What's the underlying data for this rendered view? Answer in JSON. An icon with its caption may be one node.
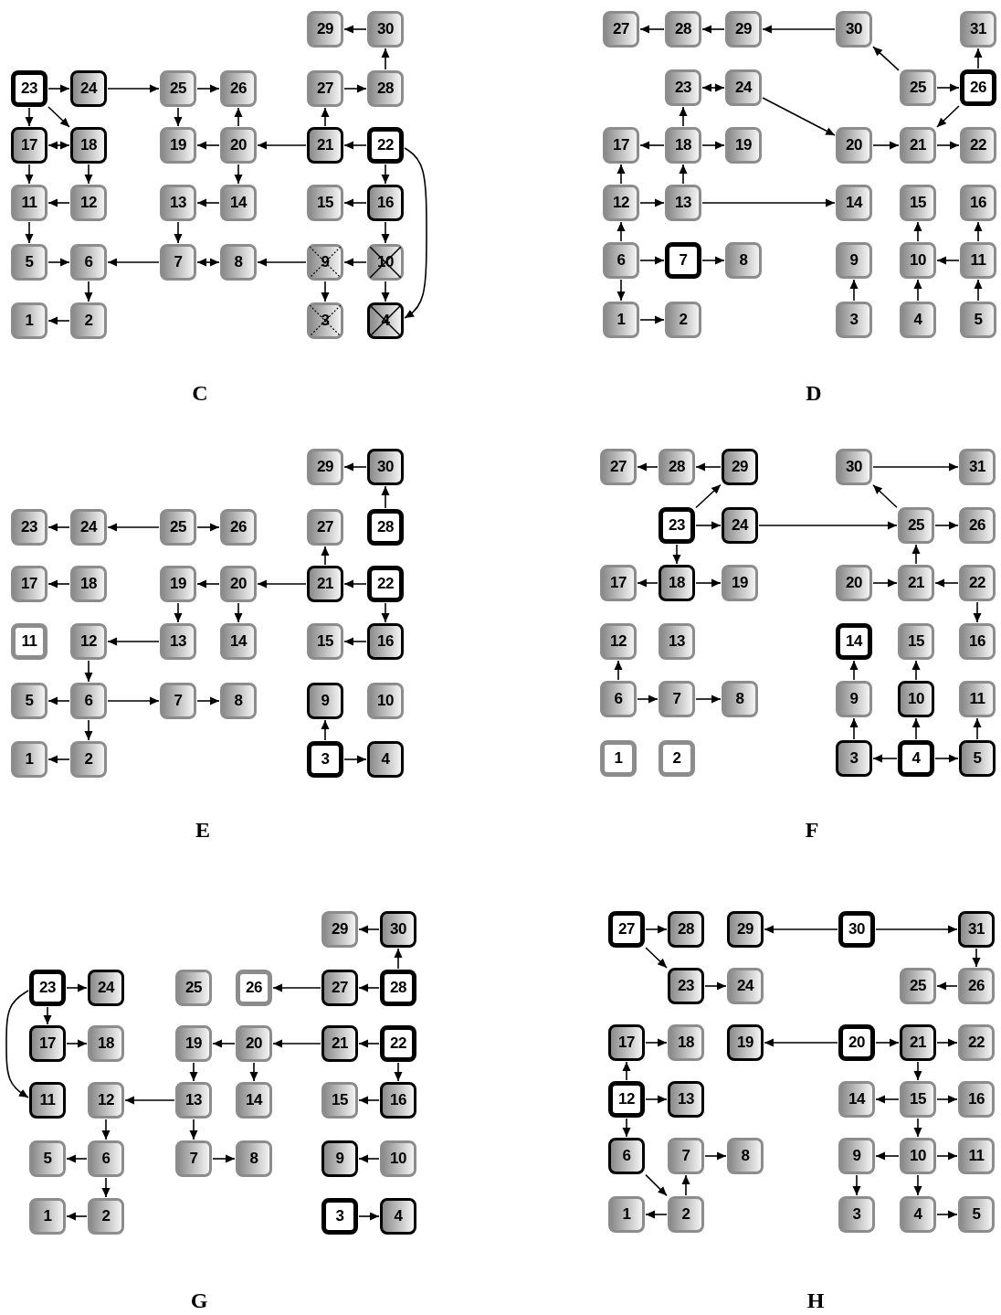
{
  "diagram": {
    "nodes": [
      {
        "text": [
          "1"
        ]
      },
      {
        "text": [
          "2"
        ]
      },
      {
        "text": [
          "3"
        ]
      },
      {
        "text": [
          "4"
        ]
      },
      {
        "text": [
          "5"
        ]
      },
      {
        "text": [
          "6"
        ]
      },
      {
        "text": [
          "7"
        ]
      },
      {
        "text": [
          "8"
        ]
      },
      {
        "text": [
          "9"
        ]
      },
      {
        "text": [
          "10"
        ]
      },
      {
        "text": [
          "11"
        ]
      },
      {
        "text": [
          "12"
        ]
      },
      {
        "text": [
          "13"
        ]
      },
      {
        "text": [
          "14"
        ]
      },
      {
        "text": [
          "15"
        ]
      },
      {
        "text": [
          "16"
        ]
      },
      {
        "text": [
          "17"
        ]
      },
      {
        "text": [
          "18"
        ]
      },
      {
        "text": [
          "19"
        ]
      },
      {
        "text": [
          "20"
        ]
      },
      {
        "text": [
          "21"
        ]
      },
      {
        "text": [
          "22"
        ]
      },
      {
        "text": [
          "23"
        ]
      },
      {
        "text": [
          "24"
        ]
      },
      {
        "text": [
          "25"
        ]
      },
      {
        "text": [
          "26"
        ]
      },
      {
        "text": [
          "27"
        ]
      },
      {
        "text": [
          "28"
        ]
      },
      {
        "text": [
          "29"
        ]
      },
      {
        "text": [
          "30"
        ]
      },
      {
        "text": [
          "1"
        ]
      },
      {
        "text": [
          "2"
        ]
      },
      {
        "text": [
          "3"
        ]
      },
      {
        "text": [
          "4"
        ]
      },
      {
        "text": [
          "5"
        ]
      },
      {
        "text": [
          "6"
        ]
      },
      {
        "text": [
          "7"
        ]
      },
      {
        "text": [
          "8"
        ]
      },
      {
        "text": [
          "9"
        ]
      },
      {
        "text": [
          "10"
        ]
      },
      {
        "text": [
          "11"
        ]
      },
      {
        "text": [
          "12"
        ]
      },
      {
        "text": [
          "13"
        ]
      },
      {
        "text": [
          "14"
        ]
      },
      {
        "text": [
          "15"
        ]
      },
      {
        "text": [
          "16"
        ]
      },
      {
        "text": [
          "17"
        ]
      },
      {
        "text": [
          "18"
        ]
      },
      {
        "text": [
          "19"
        ]
      },
      {
        "text": [
          "20"
        ]
      },
      {
        "text": [
          "21"
        ]
      },
      {
        "text": [
          "22"
        ]
      },
      {
        "text": [
          "23"
        ]
      },
      {
        "text": [
          "24"
        ]
      },
      {
        "text": [
          "25"
        ]
      },
      {
        "text": [
          "26"
        ]
      },
      {
        "text": [
          "27"
        ]
      },
      {
        "text": [
          "28"
        ]
      },
      {
        "text": [
          "29"
        ]
      },
      {
        "text": [
          "30"
        ]
      },
      {
        "text": [
          "31"
        ]
      },
      {
        "text": [
          "1"
        ]
      },
      {
        "text": [
          "2"
        ]
      },
      {
        "text": [
          "3"
        ]
      },
      {
        "text": [
          "4"
        ]
      },
      {
        "text": [
          "5"
        ]
      },
      {
        "text": [
          "6"
        ]
      },
      {
        "text": [
          "7"
        ]
      },
      {
        "text": [
          "8"
        ]
      },
      {
        "text": [
          "9"
        ]
      },
      {
        "text": [
          "10"
        ]
      },
      {
        "text": [
          "11"
        ]
      },
      {
        "text": [
          "12"
        ]
      },
      {
        "text": [
          "13"
        ]
      },
      {
        "text": [
          "14"
        ]
      },
      {
        "text": [
          "15"
        ]
      },
      {
        "text": [
          "16"
        ]
      },
      {
        "text": [
          "17"
        ]
      },
      {
        "text": [
          "18"
        ]
      },
      {
        "text": [
          "19"
        ]
      },
      {
        "text": [
          "20"
        ]
      },
      {
        "text": [
          "21"
        ]
      },
      {
        "text": [
          "22"
        ]
      },
      {
        "text": [
          "23"
        ]
      },
      {
        "text": [
          "24"
        ]
      },
      {
        "text": [
          "25"
        ]
      },
      {
        "text": [
          "26"
        ]
      },
      {
        "text": [
          "27"
        ]
      },
      {
        "text": [
          "28"
        ]
      },
      {
        "text": [
          "29"
        ]
      },
      {
        "text": [
          "30"
        ]
      },
      {
        "text": [
          "1"
        ]
      },
      {
        "text": [
          "2"
        ]
      },
      {
        "text": [
          "3"
        ]
      },
      {
        "text": [
          "4"
        ]
      },
      {
        "text": [
          "5"
        ]
      },
      {
        "text": [
          "6"
        ]
      },
      {
        "text": [
          "7"
        ]
      },
      {
        "text": [
          "8"
        ]
      },
      {
        "text": [
          "9"
        ]
      },
      {
        "text": [
          "10"
        ]
      },
      {
        "text": [
          "11"
        ]
      },
      {
        "text": [
          "12"
        ]
      },
      {
        "text": [
          "13"
        ]
      },
      {
        "text": [
          "14"
        ]
      },
      {
        "text": [
          "15"
        ]
      },
      {
        "text": [
          "16"
        ]
      },
      {
        "text": [
          "17"
        ]
      },
      {
        "text": [
          "18"
        ]
      },
      {
        "text": [
          "19"
        ]
      },
      {
        "text": [
          "20"
        ]
      },
      {
        "text": [
          "21"
        ]
      },
      {
        "text": [
          "22"
        ]
      },
      {
        "text": [
          "23"
        ]
      },
      {
        "text": [
          "24"
        ]
      },
      {
        "text": [
          "25"
        ]
      },
      {
        "text": [
          "26"
        ]
      },
      {
        "text": [
          "27"
        ]
      },
      {
        "text": [
          "28"
        ]
      },
      {
        "text": [
          "29"
        ]
      },
      {
        "text": [
          "30"
        ]
      },
      {
        "text": [
          "31"
        ]
      },
      {
        "text": [
          "1"
        ]
      },
      {
        "text": [
          "2"
        ]
      },
      {
        "text": [
          "3"
        ]
      },
      {
        "text": [
          "4"
        ]
      },
      {
        "text": [
          "5"
        ]
      },
      {
        "text": [
          "6"
        ]
      },
      {
        "text": [
          "7"
        ]
      },
      {
        "text": [
          "8"
        ]
      },
      {
        "text": [
          "9"
        ]
      },
      {
        "text": [
          "10"
        ]
      },
      {
        "text": [
          "11"
        ]
      },
      {
        "text": [
          "12"
        ]
      },
      {
        "text": [
          "13"
        ]
      },
      {
        "text": [
          "14"
        ]
      },
      {
        "text": [
          "15"
        ]
      },
      {
        "text": [
          "16"
        ]
      },
      {
        "text": [
          "17"
        ]
      },
      {
        "text": [
          "18"
        ]
      },
      {
        "text": [
          "19"
        ]
      },
      {
        "text": [
          "20"
        ]
      },
      {
        "text": [
          "21"
        ]
      },
      {
        "text": [
          "22"
        ]
      },
      {
        "text": [
          "23"
        ]
      },
      {
        "text": [
          "24"
        ]
      },
      {
        "text": [
          "25"
        ]
      },
      {
        "text": [
          "26"
        ]
      },
      {
        "text": [
          "27"
        ]
      },
      {
        "text": [
          "28"
        ]
      },
      {
        "text": [
          "29"
        ]
      },
      {
        "text": [
          "30"
        ]
      },
      {
        "text": [
          "1"
        ]
      },
      {
        "text": [
          "2"
        ]
      },
      {
        "text": [
          "3"
        ]
      },
      {
        "text": [
          "4"
        ]
      },
      {
        "text": [
          "5"
        ]
      },
      {
        "text": [
          "6"
        ]
      },
      {
        "text": [
          "7"
        ]
      },
      {
        "text": [
          "8"
        ]
      },
      {
        "text": [
          "9"
        ]
      },
      {
        "text": [
          "10"
        ]
      },
      {
        "text": [
          "11"
        ]
      },
      {
        "text": [
          "12"
        ]
      },
      {
        "text": [
          "13"
        ]
      },
      {
        "text": [
          "14"
        ]
      },
      {
        "text": [
          "15"
        ]
      },
      {
        "text": [
          "16"
        ]
      },
      {
        "text": [
          "17"
        ]
      },
      {
        "text": [
          "18"
        ]
      },
      {
        "text": [
          "19"
        ]
      },
      {
        "text": [
          "20"
        ]
      },
      {
        "text": [
          "21"
        ]
      },
      {
        "text": [
          "22"
        ]
      },
      {
        "text": [
          "23"
        ]
      },
      {
        "text": [
          "24"
        ]
      },
      {
        "text": [
          "25"
        ]
      },
      {
        "text": [
          "26"
        ]
      },
      {
        "text": [
          "27"
        ]
      },
      {
        "text": [
          "28"
        ]
      },
      {
        "text": [
          "29"
        ]
      },
      {
        "text": [
          "30"
        ]
      },
      {
        "text": [
          "31"
        ]
      }
    ],
    "edges": [
      {
        "from": 29,
        "to": 28,
        "arrow": "to"
      },
      {
        "from": 27,
        "to": 29,
        "arrow": "to"
      },
      {
        "from": 26,
        "to": 27,
        "arrow": "to"
      },
      {
        "from": 22,
        "to": 23,
        "arrow": "to"
      },
      {
        "from": 23,
        "to": 24,
        "arrow": "to"
      },
      {
        "from": 24,
        "to": 25,
        "arrow": "to"
      },
      {
        "from": 22,
        "to": 16,
        "arrow": "to"
      },
      {
        "from": 22,
        "to": 17,
        "arrow": "to"
      },
      {
        "from": 16,
        "to": 17,
        "arrow": "both"
      },
      {
        "from": 24,
        "to": 18,
        "arrow": "to"
      },
      {
        "from": 19,
        "to": 25,
        "arrow": "to"
      },
      {
        "from": 19,
        "to": 18,
        "arrow": "to"
      },
      {
        "from": 20,
        "to": 19,
        "arrow": "to"
      },
      {
        "from": 20,
        "to": 26,
        "arrow": "to"
      },
      {
        "from": 21,
        "to": 20,
        "arrow": "to"
      },
      {
        "from": 21,
        "to": 15,
        "arrow": "to"
      },
      {
        "from": 21,
        "to": 3,
        "arrow": "to"
      },
      {
        "from": 16,
        "to": 10,
        "arrow": "to"
      },
      {
        "from": 17,
        "to": 11,
        "arrow": "to"
      },
      {
        "from": 11,
        "to": 10,
        "arrow": "to"
      },
      {
        "from": 19,
        "to": 13,
        "arrow": "to"
      },
      {
        "from": 13,
        "to": 12,
        "arrow": "to"
      },
      {
        "from": 15,
        "to": 14,
        "arrow": "to"
      },
      {
        "from": 15,
        "to": 9,
        "arrow": "to"
      },
      {
        "from": 10,
        "to": 4,
        "arrow": "to"
      },
      {
        "from": 12,
        "to": 6,
        "arrow": "to"
      },
      {
        "from": 4,
        "to": 5,
        "arrow": "to"
      },
      {
        "from": 6,
        "to": 5,
        "arrow": "to"
      },
      {
        "from": 6,
        "to": 7,
        "arrow": "both"
      },
      {
        "from": 8,
        "to": 7,
        "arrow": "to"
      },
      {
        "from": 9,
        "to": 8,
        "arrow": "to"
      },
      {
        "from": 9,
        "to": 3,
        "arrow": "to"
      },
      {
        "from": 8,
        "to": 2,
        "arrow": "to"
      },
      {
        "from": 5,
        "to": 1,
        "arrow": "to"
      },
      {
        "from": 1,
        "to": 0,
        "arrow": "to"
      },
      {
        "from": 57,
        "to": 56,
        "arrow": "to"
      },
      {
        "from": 58,
        "to": 57,
        "arrow": "to"
      },
      {
        "from": 59,
        "to": 58,
        "arrow": "to"
      },
      {
        "from": 54,
        "to": 59,
        "arrow": "to"
      },
      {
        "from": 55,
        "to": 60,
        "arrow": "to"
      },
      {
        "from": 54,
        "to": 55,
        "arrow": "to"
      },
      {
        "from": 52,
        "to": 53,
        "arrow": "both"
      },
      {
        "from": 53,
        "to": 49,
        "arrow": "to"
      },
      {
        "from": 55,
        "to": 50,
        "arrow": "to"
      },
      {
        "from": 47,
        "to": 52,
        "arrow": "to"
      },
      {
        "from": 47,
        "to": 46,
        "arrow": "to"
      },
      {
        "from": 47,
        "to": 48,
        "arrow": "to"
      },
      {
        "from": 49,
        "to": 50,
        "arrow": "to"
      },
      {
        "from": 50,
        "to": 51,
        "arrow": "to"
      },
      {
        "from": 41,
        "to": 46,
        "arrow": "to"
      },
      {
        "from": 42,
        "to": 47,
        "arrow": "to"
      },
      {
        "from": 41,
        "to": 42,
        "arrow": "to"
      },
      {
        "from": 42,
        "to": 43,
        "arrow": "to"
      },
      {
        "from": 35,
        "to": 41,
        "arrow": "to"
      },
      {
        "from": 35,
        "to": 36,
        "arrow": "to"
      },
      {
        "from": 36,
        "to": 37,
        "arrow": "to"
      },
      {
        "from": 35,
        "to": 30,
        "arrow": "to"
      },
      {
        "from": 30,
        "to": 31,
        "arrow": "to"
      },
      {
        "from": 32,
        "to": 38,
        "arrow": "to"
      },
      {
        "from": 33,
        "to": 39,
        "arrow": "to"
      },
      {
        "from": 40,
        "to": 39,
        "arrow": "to"
      },
      {
        "from": 39,
        "to": 44,
        "arrow": "to"
      },
      {
        "from": 40,
        "to": 45,
        "arrow": "to"
      },
      {
        "from": 34,
        "to": 40,
        "arrow": "to"
      },
      {
        "from": 90,
        "to": 89,
        "arrow": "to"
      },
      {
        "from": 88,
        "to": 90,
        "arrow": "to"
      },
      {
        "from": 84,
        "to": 83,
        "arrow": "to"
      },
      {
        "from": 85,
        "to": 84,
        "arrow": "to"
      },
      {
        "from": 85,
        "to": 86,
        "arrow": "to"
      },
      {
        "from": 81,
        "to": 87,
        "arrow": "to"
      },
      {
        "from": 78,
        "to": 77,
        "arrow": "to"
      },
      {
        "from": 80,
        "to": 79,
        "arrow": "to"
      },
      {
        "from": 81,
        "to": 80,
        "arrow": "to"
      },
      {
        "from": 82,
        "to": 81,
        "arrow": "to"
      },
      {
        "from": 82,
        "to": 76,
        "arrow": "to"
      },
      {
        "from": 79,
        "to": 73,
        "arrow": "to"
      },
      {
        "from": 80,
        "to": 74,
        "arrow": "to"
      },
      {
        "from": 73,
        "to": 72,
        "arrow": "to"
      },
      {
        "from": 76,
        "to": 75,
        "arrow": "to"
      },
      {
        "from": 72,
        "to": 66,
        "arrow": "to"
      },
      {
        "from": 66,
        "to": 65,
        "arrow": "to"
      },
      {
        "from": 66,
        "to": 67,
        "arrow": "to"
      },
      {
        "from": 67,
        "to": 68,
        "arrow": "to"
      },
      {
        "from": 66,
        "to": 62,
        "arrow": "to"
      },
      {
        "from": 62,
        "to": 61,
        "arrow": "to"
      },
      {
        "from": 63,
        "to": 69,
        "arrow": "to"
      },
      {
        "from": 63,
        "to": 64,
        "arrow": "to"
      },
      {
        "from": 118,
        "to": 117,
        "arrow": "to"
      },
      {
        "from": 119,
        "to": 118,
        "arrow": "to"
      },
      {
        "from": 113,
        "to": 119,
        "arrow": "to"
      },
      {
        "from": 120,
        "to": 121,
        "arrow": "to"
      },
      {
        "from": 115,
        "to": 120,
        "arrow": "to"
      },
      {
        "from": 113,
        "to": 114,
        "arrow": "to"
      },
      {
        "from": 114,
        "to": 115,
        "arrow": "to"
      },
      {
        "from": 115,
        "to": 116,
        "arrow": "to"
      },
      {
        "from": 113,
        "to": 108,
        "arrow": "to"
      },
      {
        "from": 108,
        "to": 107,
        "arrow": "to"
      },
      {
        "from": 108,
        "to": 109,
        "arrow": "to"
      },
      {
        "from": 111,
        "to": 115,
        "arrow": "to"
      },
      {
        "from": 110,
        "to": 111,
        "arrow": "to"
      },
      {
        "from": 112,
        "to": 111,
        "arrow": "to"
      },
      {
        "from": 112,
        "to": 106,
        "arrow": "to"
      },
      {
        "from": 96,
        "to": 102,
        "arrow": "to"
      },
      {
        "from": 96,
        "to": 97,
        "arrow": "to"
      },
      {
        "from": 97,
        "to": 98,
        "arrow": "to"
      },
      {
        "from": 99,
        "to": 104,
        "arrow": "to"
      },
      {
        "from": 93,
        "to": 99,
        "arrow": "to"
      },
      {
        "from": 100,
        "to": 105,
        "arrow": "to"
      },
      {
        "from": 94,
        "to": 100,
        "arrow": "to"
      },
      {
        "from": 94,
        "to": 93,
        "arrow": "to"
      },
      {
        "from": 94,
        "to": 95,
        "arrow": "to"
      },
      {
        "from": 95,
        "to": 101,
        "arrow": "to"
      },
      {
        "from": 151,
        "to": 150,
        "arrow": "to"
      },
      {
        "from": 149,
        "to": 151,
        "arrow": "to"
      },
      {
        "from": 149,
        "to": 148,
        "arrow": "to"
      },
      {
        "from": 148,
        "to": 147,
        "arrow": "to"
      },
      {
        "from": 144,
        "to": 145,
        "arrow": "to"
      },
      {
        "from": 144,
        "to": 138,
        "arrow": "to"
      },
      {
        "from": 144,
        "to": 132,
        "arrow": "to"
      },
      {
        "from": 138,
        "to": 139,
        "arrow": "to"
      },
      {
        "from": 141,
        "to": 140,
        "arrow": "to"
      },
      {
        "from": 142,
        "to": 141,
        "arrow": "to"
      },
      {
        "from": 143,
        "to": 142,
        "arrow": "to"
      },
      {
        "from": 143,
        "to": 137,
        "arrow": "to"
      },
      {
        "from": 140,
        "to": 134,
        "arrow": "to"
      },
      {
        "from": 141,
        "to": 135,
        "arrow": "to"
      },
      {
        "from": 137,
        "to": 136,
        "arrow": "to"
      },
      {
        "from": 134,
        "to": 133,
        "arrow": "to"
      },
      {
        "from": 134,
        "to": 128,
        "arrow": "to"
      },
      {
        "from": 133,
        "to": 127,
        "arrow": "to"
      },
      {
        "from": 127,
        "to": 126,
        "arrow": "to"
      },
      {
        "from": 127,
        "to": 123,
        "arrow": "to"
      },
      {
        "from": 123,
        "to": 122,
        "arrow": "to"
      },
      {
        "from": 128,
        "to": 129,
        "arrow": "to"
      },
      {
        "from": 131,
        "to": 130,
        "arrow": "to"
      },
      {
        "from": 124,
        "to": 125,
        "arrow": "to"
      },
      {
        "from": 178,
        "to": 179,
        "arrow": "to"
      },
      {
        "from": 178,
        "to": 174,
        "arrow": "to"
      },
      {
        "from": 174,
        "to": 175,
        "arrow": "to"
      },
      {
        "from": 181,
        "to": 180,
        "arrow": "to"
      },
      {
        "from": 181,
        "to": 182,
        "arrow": "to"
      },
      {
        "from": 182,
        "to": 177,
        "arrow": "to"
      },
      {
        "from": 177,
        "to": 176,
        "arrow": "to"
      },
      {
        "from": 168,
        "to": 169,
        "arrow": "to"
      },
      {
        "from": 171,
        "to": 170,
        "arrow": "to"
      },
      {
        "from": 171,
        "to": 172,
        "arrow": "to"
      },
      {
        "from": 172,
        "to": 173,
        "arrow": "to"
      },
      {
        "from": 172,
        "to": 166,
        "arrow": "to"
      },
      {
        "from": 163,
        "to": 168,
        "arrow": "to"
      },
      {
        "from": 163,
        "to": 164,
        "arrow": "to"
      },
      {
        "from": 163,
        "to": 157,
        "arrow": "to"
      },
      {
        "from": 166,
        "to": 165,
        "arrow": "to"
      },
      {
        "from": 166,
        "to": 167,
        "arrow": "to"
      },
      {
        "from": 166,
        "to": 161,
        "arrow": "to"
      },
      {
        "from": 157,
        "to": 153,
        "arrow": "to"
      },
      {
        "from": 153,
        "to": 158,
        "arrow": "to"
      },
      {
        "from": 158,
        "to": 159,
        "arrow": "to"
      },
      {
        "from": 153,
        "to": 152,
        "arrow": "to"
      },
      {
        "from": 161,
        "to": 160,
        "arrow": "to"
      },
      {
        "from": 161,
        "to": 162,
        "arrow": "to"
      },
      {
        "from": 161,
        "to": 155,
        "arrow": "to"
      },
      {
        "from": 160,
        "to": 154,
        "arrow": "to"
      },
      {
        "from": 155,
        "to": 156,
        "arrow": "to"
      }
    ],
    "labels": [
      "C",
      "D",
      "E",
      "F",
      "G",
      "H"
    ]
  }
}
